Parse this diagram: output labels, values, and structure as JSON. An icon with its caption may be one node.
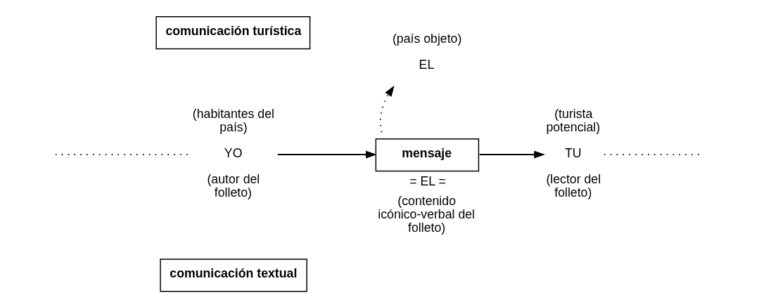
{
  "diagram": {
    "nodes": [
      {
        "text": [
          "comunicación turística"
        ]
      },
      {
        "text": [
          "comunicación textual"
        ]
      },
      {
        "text": [
          "YO"
        ],
        "beside": [
          "(habitantes del país)",
          "(autor del folleto)"
        ]
      },
      {
        "text": [
          "mensaje"
        ],
        "beside": [
          "= EL =",
          "(contenido icónico-verbal del folleto)"
        ]
      },
      {
        "text": [
          "EL"
        ],
        "beside": [
          "(país objeto)"
        ]
      },
      {
        "text": [
          "TU"
        ],
        "beside": [
          "(turista potencial)",
          "(lector del folleto)"
        ]
      }
    ],
    "edges": [
      {
        "from": null,
        "to": 2,
        "arrow": "none",
        "style": "dashed"
      },
      {
        "from": 2,
        "to": 3,
        "arrow": "to"
      },
      {
        "from": 3,
        "to": 4,
        "arrow": "to",
        "style": "dashed"
      },
      {
        "from": 3,
        "to": 5,
        "arrow": "to"
      },
      {
        "from": 5,
        "to": null,
        "arrow": "none",
        "style": "dashed"
      }
    ]
  }
}
